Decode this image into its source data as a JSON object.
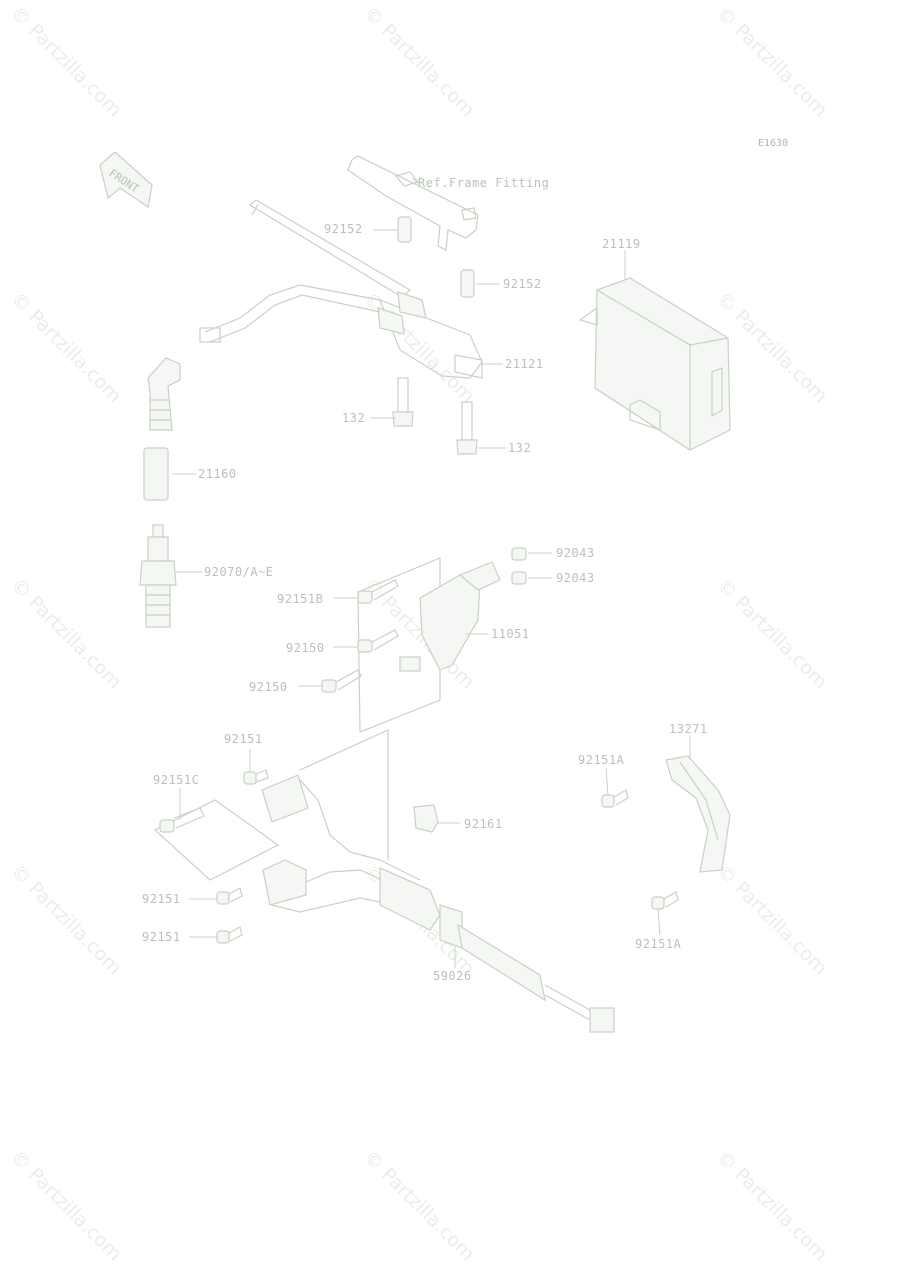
{
  "diagram_code": "E1630",
  "front_arrow": "FRONT",
  "watermark": "© Partzilla.com",
  "labels": {
    "ref_frame": "Ref.Frame Fitting",
    "p92152a": "92152",
    "p92152b": "92152",
    "p21119": "21119",
    "p21121": "21121",
    "p132a": "132",
    "p132b": "132",
    "p21160": "21160",
    "p92070": "92070/A~E",
    "p92043a": "92043",
    "p92043b": "92043",
    "p92151b": "92151B",
    "p11051": "11051",
    "p92150a": "92150",
    "p92150b": "92150",
    "p92151a": "92151",
    "p92151c": "92151C",
    "p92161": "92161",
    "p92151d": "92151",
    "p92151e": "92151",
    "p59026": "59026",
    "p13271": "13271",
    "p92151A1": "92151A",
    "p92151A2": "92151A"
  }
}
